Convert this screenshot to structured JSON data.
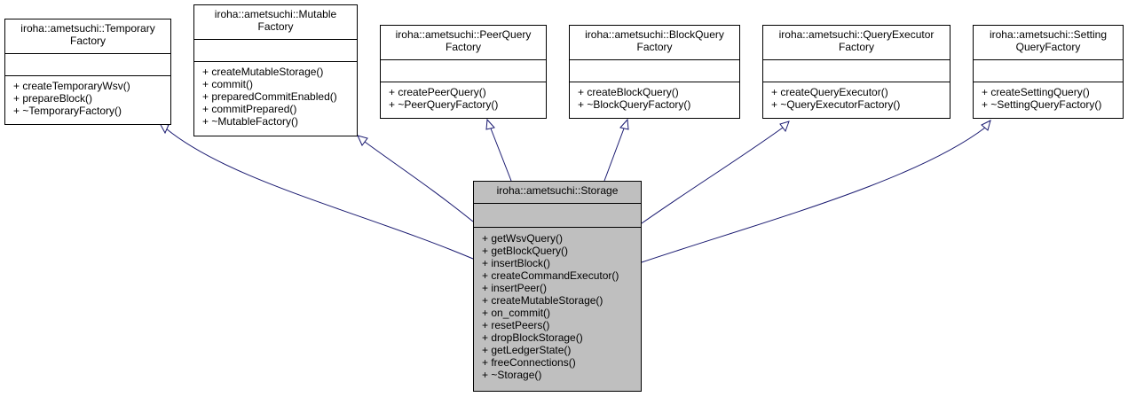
{
  "classes": [
    {
      "id": "temporary",
      "title_lines": [
        "iroha::ametsuchi::Temporary",
        "Factory"
      ],
      "operations": [
        "+ createTemporaryWsv()",
        "+ prepareBlock()",
        "+ ~TemporaryFactory()"
      ]
    },
    {
      "id": "mutable",
      "title_lines": [
        "iroha::ametsuchi::Mutable",
        "Factory"
      ],
      "operations": [
        "+ createMutableStorage()",
        "+ commit()",
        "+ preparedCommitEnabled()",
        "+ commitPrepared()",
        "+ ~MutableFactory()"
      ]
    },
    {
      "id": "peerquery",
      "title_lines": [
        "iroha::ametsuchi::PeerQuery",
        "Factory"
      ],
      "operations": [
        "+ createPeerQuery()",
        "+ ~PeerQueryFactory()"
      ]
    },
    {
      "id": "blockquery",
      "title_lines": [
        "iroha::ametsuchi::BlockQuery",
        "Factory"
      ],
      "operations": [
        "+ createBlockQuery()",
        "+ ~BlockQueryFactory()"
      ]
    },
    {
      "id": "queryexecutor",
      "title_lines": [
        "iroha::ametsuchi::QueryExecutor",
        "Factory"
      ],
      "operations": [
        "+ createQueryExecutor()",
        "+ ~QueryExecutorFactory()"
      ]
    },
    {
      "id": "settingquery",
      "title_lines": [
        "iroha::ametsuchi::Setting",
        "QueryFactory"
      ],
      "operations": [
        "+ createSettingQuery()",
        "+ ~SettingQueryFactory()"
      ]
    }
  ],
  "storage": {
    "title_lines": [
      "iroha::ametsuchi::Storage"
    ],
    "operations": [
      "+ getWsvQuery()",
      "+ getBlockQuery()",
      "+ insertBlock()",
      "+ createCommandExecutor()",
      "+ insertPeer()",
      "+ createMutableStorage()",
      "+ on_commit()",
      "+ resetPeers()",
      "+ dropBlockStorage()",
      "+ getLedgerState()",
      "+ freeConnections()",
      "+ ~Storage()"
    ]
  },
  "colors": {
    "edge": "#191970",
    "storage_fill": "#bfbfbf",
    "border": "#000000"
  }
}
